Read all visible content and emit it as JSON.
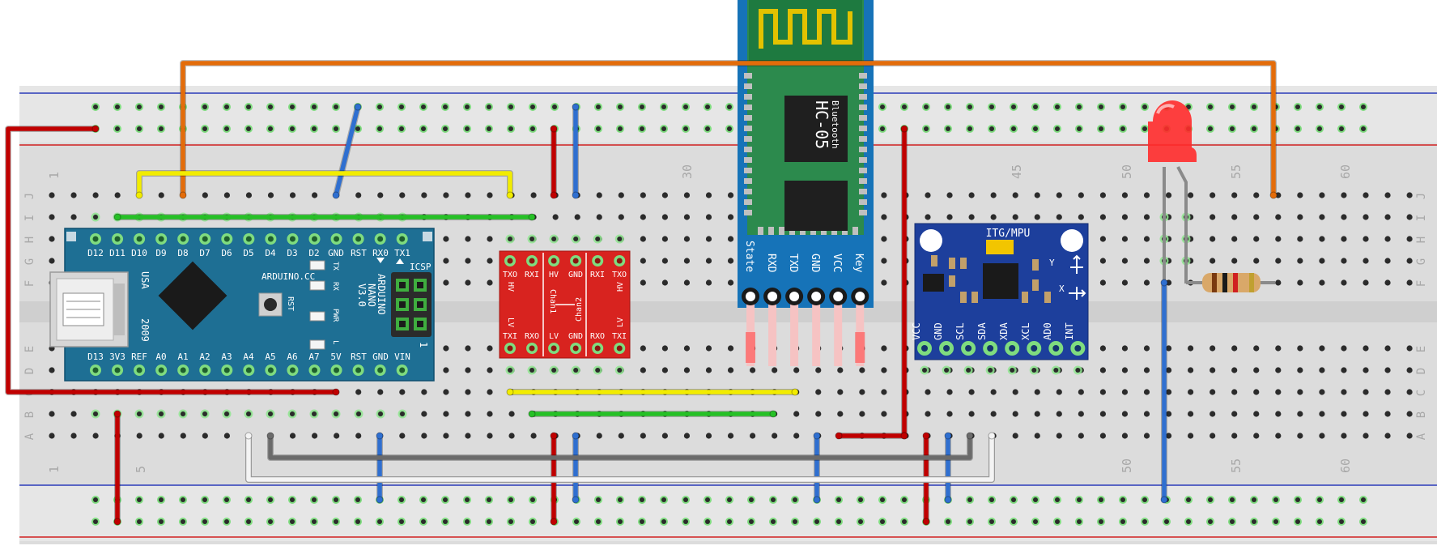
{
  "breadboard": {
    "column_numbers_top": [
      "1",
      "",
      "",
      "30",
      "45",
      "50",
      "55",
      "60"
    ],
    "column_numbers_bottom": [
      "1",
      "5",
      "",
      "",
      "",
      "",
      "50",
      "55",
      "60"
    ],
    "row_letters_top": [
      "J",
      "I",
      "H",
      "G",
      "F"
    ],
    "row_letters_bottom": [
      "E",
      "D",
      "C",
      "B",
      "A"
    ]
  },
  "arduino": {
    "top_pins": [
      "D12",
      "D11",
      "D10",
      "D9",
      "D8",
      "D7",
      "D6",
      "D5",
      "D4",
      "D3",
      "D2",
      "GND",
      "RST",
      "RX0",
      "TX1"
    ],
    "bottom_pins": [
      "D13",
      "3V3",
      "REF",
      "A0",
      "A1",
      "A2",
      "A3",
      "A4",
      "A5",
      "A6",
      "A7",
      "5V",
      "RST",
      "GND",
      "VIN"
    ],
    "usa": "USA",
    "year": "2009",
    "brand": "ARDUINO.CC",
    "rst": "RST",
    "tx": "TX",
    "rx": "RX",
    "pwr": "PWR",
    "l": "L",
    "name_lines": [
      "ARDUINO",
      "NANO",
      "V3.0"
    ],
    "icsp": "ICSP",
    "one": "1"
  },
  "level_shifter": {
    "top_labels": [
      "TXO",
      "RXI",
      "HV",
      "GND",
      "RXI",
      "TXO"
    ],
    "bottom_labels": [
      "TXI",
      "RXO",
      "LV",
      "GND",
      "RXO",
      "TXI"
    ],
    "hv": "HV",
    "lv": "LV",
    "chan1": "Chan1",
    "chan2": "Chan2"
  },
  "bluetooth": {
    "chip_name": "HC-05",
    "chip_sub": "Bluetooth",
    "pins": [
      "State",
      "RXD",
      "TXD",
      "GND",
      "VCC",
      "Key"
    ]
  },
  "mpu": {
    "title": "ITG/MPU",
    "pins": [
      "VCC",
      "GND",
      "SCL",
      "SDA",
      "XDA",
      "XCL",
      "AD0",
      "INT"
    ],
    "axis_y": "Y",
    "axis_x": "X"
  },
  "colors": {
    "wire_orange": "#e36c0a",
    "wire_red": "#c00000",
    "wire_blue": "#2f6fd0",
    "wire_yellow": "#f2ec00",
    "wire_green": "#26c026",
    "wire_gray": "#6b6b6b",
    "wire_white": "#f4f4f4",
    "arduino_board": "#1e6f94",
    "level_shifter_board": "#d8231f",
    "bluetooth_board": "#1673b8",
    "mpu_board": "#1d3f9c",
    "led": "#ff2b2b"
  }
}
